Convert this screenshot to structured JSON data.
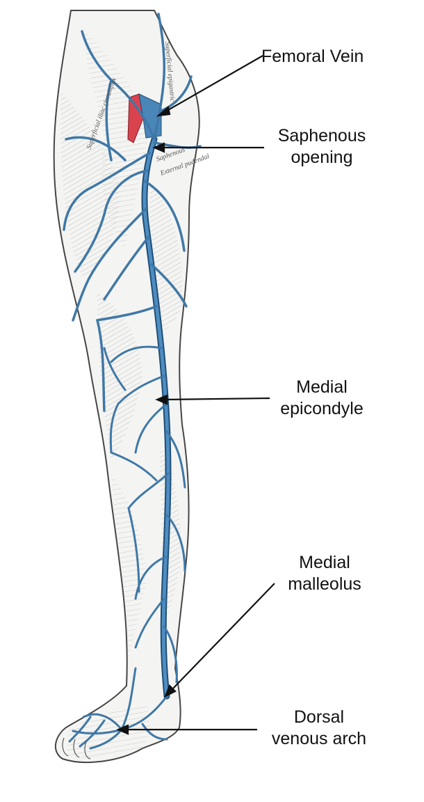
{
  "colors": {
    "leg_fill": "#f3f3f1",
    "leg_outline": "#444444",
    "muscle_hatch": "#9a9a9a",
    "vein": "#3f78a6",
    "vein_dark": "#1e4f78",
    "artery": "#d9434e",
    "pointer": "#111111"
  },
  "illustration": {
    "subject": "leg-veins-anterior-view",
    "legend_text": [
      "Superficial iliac circumflex",
      "Superficial epigastric",
      "Saphenous",
      "External pudendal"
    ]
  },
  "labels": {
    "femoral_vein": "Femoral Vein",
    "saphenous_opening": [
      "Saphenous",
      "opening"
    ],
    "medial_epicondyle": [
      "Medial",
      "epicondyle"
    ],
    "medial_malleolus": [
      "Medial",
      "malleolus"
    ],
    "dorsal_venous_arch": [
      "Dorsal",
      "venous arch"
    ]
  }
}
